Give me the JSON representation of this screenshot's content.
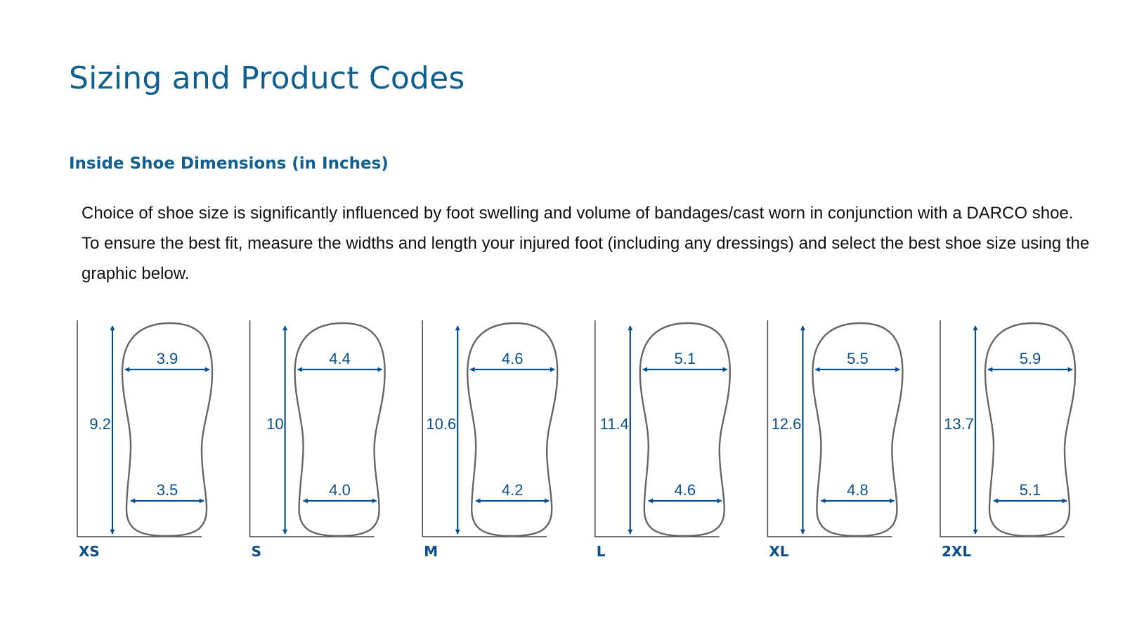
{
  "title": "Sizing and Product Codes",
  "subtitle": "Inside Shoe Dimensions (in Inches)",
  "description": "Choice of shoe size is significantly influenced by foot swelling and volume of bandages/cast worn in conjunction with a DARCO shoe. To ensure the best fit, measure the widths and length your injured foot (including any dressings) and select the best shoe size using the graphic below.",
  "colors": {
    "accent": "#0f5f91",
    "arrow": "#0a4f8d",
    "outline": "#666666",
    "axis": "#444444",
    "text": "#111111"
  },
  "sizes": [
    {
      "label": "XS",
      "length": "9.2",
      "front_width": "3.9",
      "heel_width": "3.5"
    },
    {
      "label": "S",
      "length": "10",
      "front_width": "4.4",
      "heel_width": "4.0"
    },
    {
      "label": "M",
      "length": "10.6",
      "front_width": "4.6",
      "heel_width": "4.2"
    },
    {
      "label": "L",
      "length": "11.4",
      "front_width": "5.1",
      "heel_width": "4.6"
    },
    {
      "label": "XL",
      "length": "12.6",
      "front_width": "5.5",
      "heel_width": "4.8"
    },
    {
      "label": "2XL",
      "length": "13.7",
      "front_width": "5.9",
      "heel_width": "5.1"
    }
  ]
}
